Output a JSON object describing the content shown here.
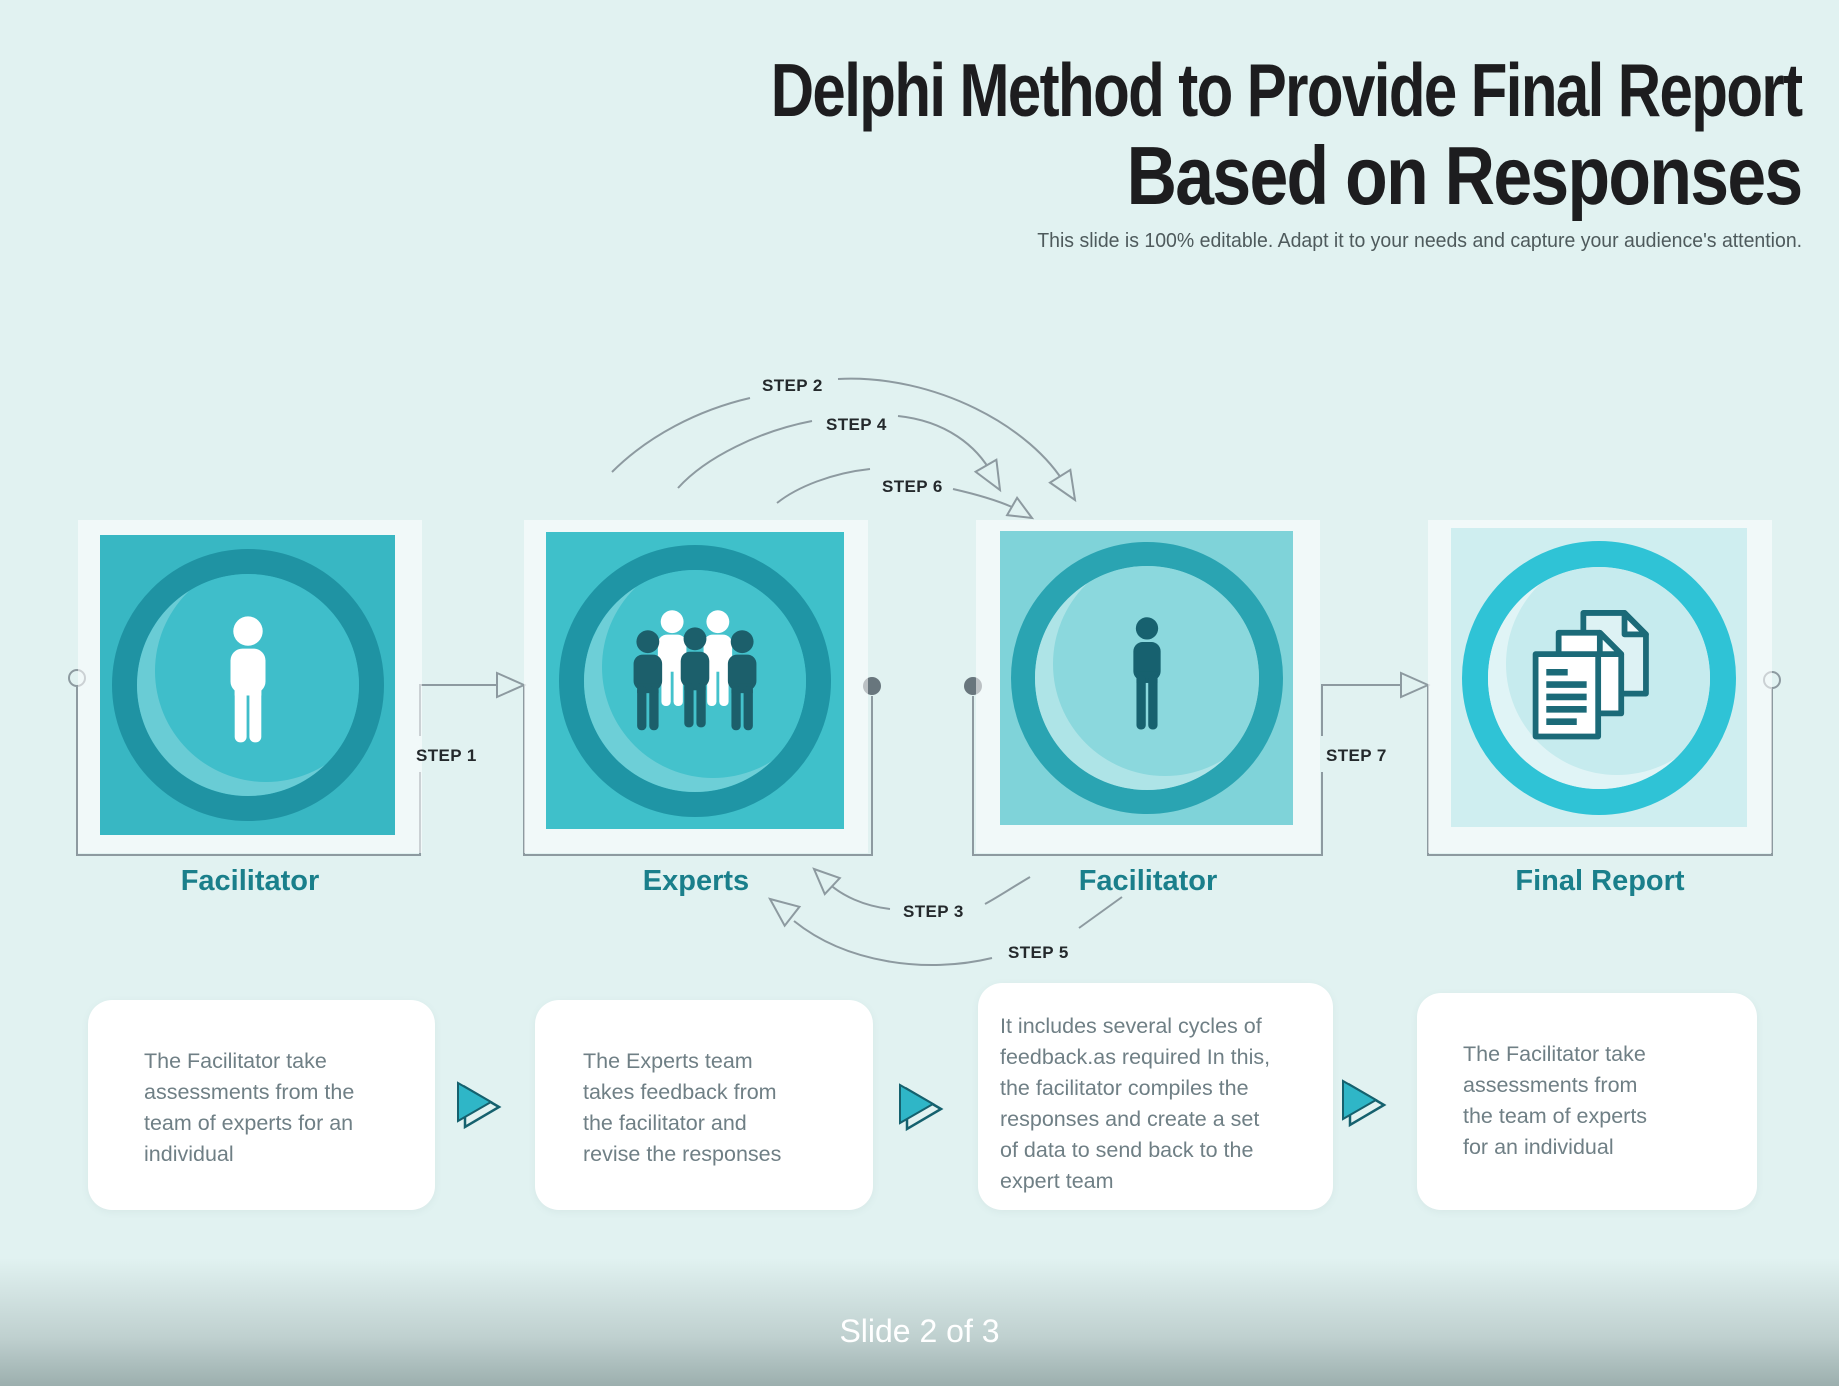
{
  "title": {
    "line1": "Delphi Method to Provide Final Report",
    "line2": "Based on Responses",
    "subtitle": "This slide is 100% editable. Adapt it to your needs and capture your audience's attention."
  },
  "stages": [
    {
      "label": "Facilitator",
      "icon": "person-icon"
    },
    {
      "label": "Experts",
      "icon": "people-group-icon"
    },
    {
      "label": "Facilitator",
      "icon": "person-icon"
    },
    {
      "label": "Final Report",
      "icon": "documents-icon"
    }
  ],
  "steps": [
    "STEP 1",
    "STEP 2",
    "STEP 3",
    "STEP 4",
    "STEP 5",
    "STEP 6",
    "STEP 7"
  ],
  "cards": [
    {
      "text": "The Facilitator take\nassessments from the\nteam of experts for an\nindividual"
    },
    {
      "text": "The Experts team\ntakes feedback from\nthe facilitator and\nrevise the responses"
    },
    {
      "text": "It includes several cycles of\nfeedback.as required In this,\nthe facilitator compiles the\nresponses and create a set\nof data to send back to the\nexpert team"
    },
    {
      "text": "The Facilitator take\nassessments from\nthe team of experts\nfor an individual"
    }
  ],
  "footer": {
    "slide_indicator": "Slide 2 of 3"
  },
  "colors": {
    "background": "#e1f2f1",
    "square_teal": "#3abac6",
    "square_light_teal": "#7fd3d9",
    "square_pale": "#cfeef0",
    "ring_dark_teal": "#1f93a3",
    "ring_bright_cyan": "#2fc3d6",
    "label_teal": "#1a7f8b",
    "connector_gray": "#8d9aa0",
    "card_arrow_teal": "#2fb6c7",
    "body_text_gray": "#6f7f85"
  }
}
